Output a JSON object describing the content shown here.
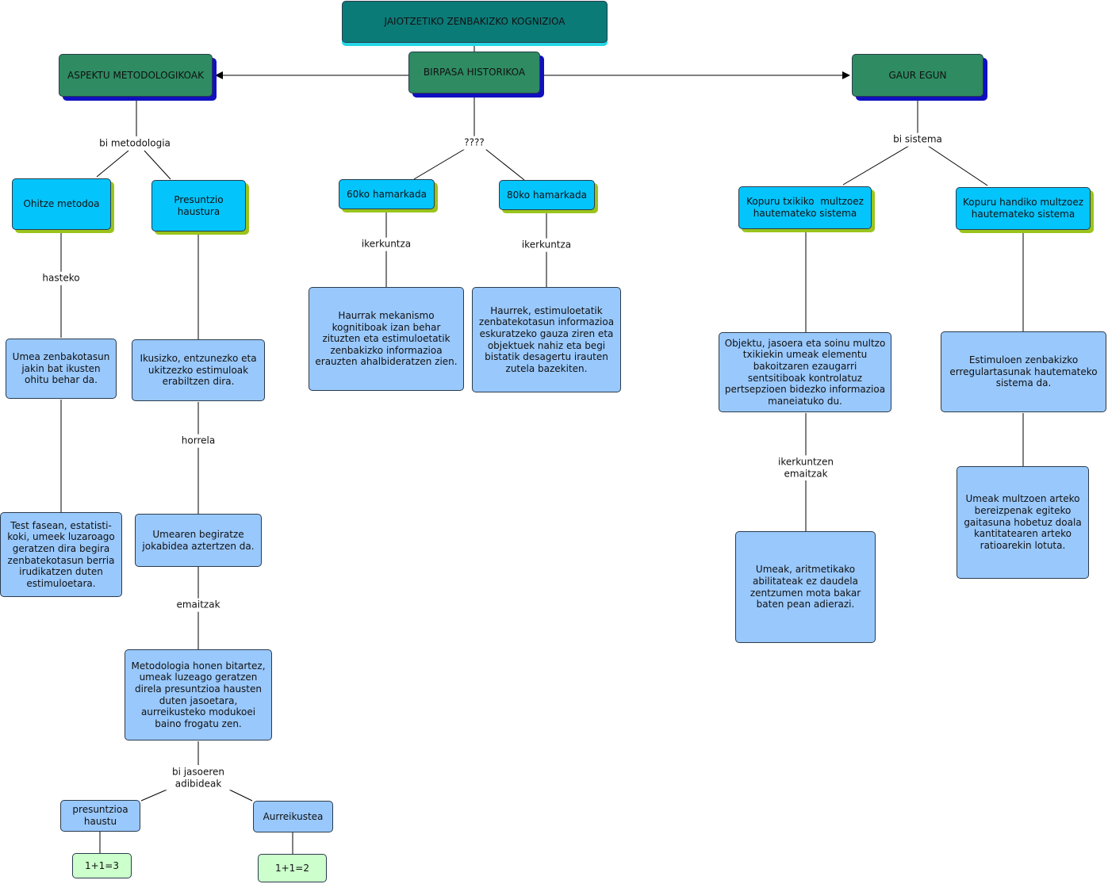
{
  "nodes": {
    "root": "JAIOTZETIKO ZENBAKIZKO KOGNIZIOA",
    "metodologikoak": "ASPEKTU METODOLOGIKOAK",
    "historikoa": "BIRPASA HISTORIKOA",
    "gaur_egun": "GAUR EGUN",
    "ohitze": "Ohitze metodoa",
    "presuntzio_haustura": "Presuntzio haustura",
    "hamarkada_60": "60ko hamarkada",
    "hamarkada_80": "80ko hamarkada",
    "kopuru_txikiko": "Kopuru txikiko  multzoez hautemateko sistema",
    "kopuru_handiko": "Kopuru handiko multzoez hautemateko sistema",
    "umea_jakin": "Umea zenbakotasun jakin bat ikusten ohitu behar da.",
    "ikusizko": "Ikusizko, entzunezko eta ukitzezko estimuloak erabiltzen dira.",
    "haurrak_mekanismo": "Haurrak mekanismo kognitiboak izan behar zituzten eta estimuloetatik zenbakizko informazioa erauzten ahalbideratzen zien.",
    "haurrek_estimulo": "Haurrek, estimuloetatik zenbatekotasun informazioa eskuratzeko gauza ziren eta objektuek nahiz eta begi bistatik desagertu irauten zutela bazekiten.",
    "objektu_jasoera": "Objektu, jasoera eta soinu multzo txikiekin umeak elementu bakoitzaren ezaugarri sentsitiboak kontrolatuz pertsepzioen bidezko informazioa maneiatuko du.",
    "estimuloen": "Estimuloen zenbakizko erregulartasunak hautemateko sistema da.",
    "test_fasean": "Test fasean, estatisti-koki, umeek luzaroago geratzen dira begira zenbatekotasun berria irudikatzen duten estimuloetara.",
    "umearen_begiratze": "Umearen begiratze jokabidea aztertzen da.",
    "umeak_aritmetikako": "Umeak, aritmetikako abilitateak ez daudela zentzumen mota bakar baten pean adierazi.",
    "umeak_multzoen": "Umeak multzoen arteko bereizpenak egiteko gaitasuna hobetuz doala kantitatearen arteko ratioarekin lotuta.",
    "metodologia_honen": "Metodologia honen bitartez, umeak luzeago geratzen direla presuntzioa hausten duten jasoetara, aurreikusteko modukoei baino frogatu zen.",
    "presuntzioa_haustu": "presuntzioa haustu",
    "aurreikustea": "Aurreikustea",
    "eq_1": "1+1=3",
    "eq_2": "1+1=2"
  },
  "links": {
    "bi_metodologia": "bi metodologia",
    "question": "????",
    "bi_sistema": "bi sistema",
    "hasteko": "hasteko",
    "ikerkuntza_60": "ikerkuntza",
    "ikerkuntza_80": "ikerkuntza",
    "horrela": "horrela",
    "ikerkuntzen_emaitzak": "ikerkuntzen emaitzak",
    "emaitzak": "emaitzak",
    "bi_jasoeren_adibideak": "bi jasoeren adibideak"
  },
  "colors": {
    "top_node": "#0b7b78",
    "main_node": "#2e8b62",
    "main_shadow": "#1010c0",
    "cyan_node": "#04c4fc",
    "cyan_shadow": "#9ac41c",
    "blue_node": "#99c8fc",
    "green_node": "#ccffcc"
  }
}
